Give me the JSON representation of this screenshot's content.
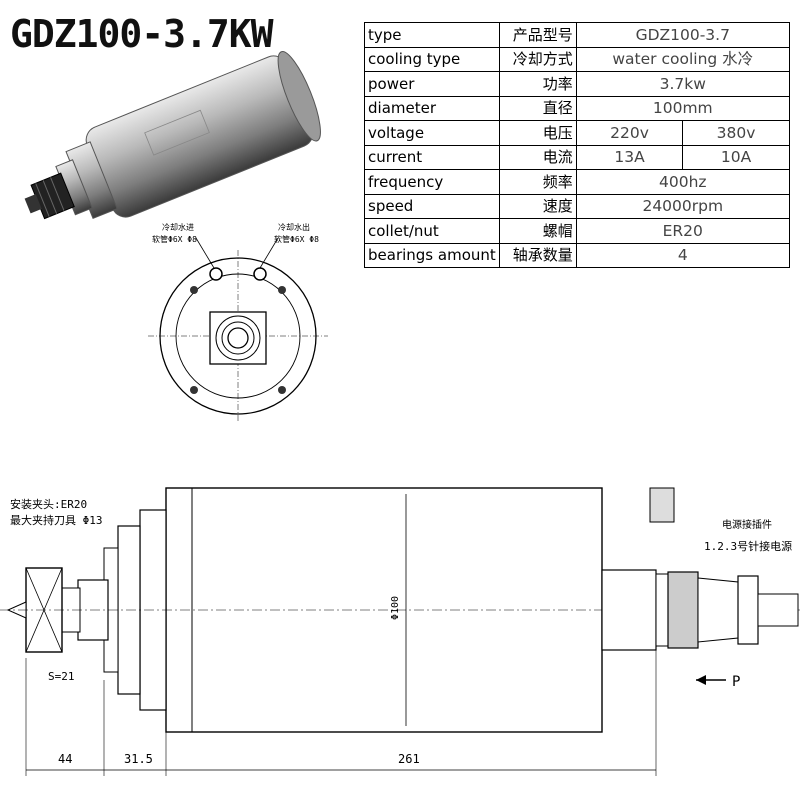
{
  "title": "GDZ100-3.7KW",
  "specs": [
    {
      "en": "type",
      "cn": "产品型号",
      "value": "GDZ100-3.7"
    },
    {
      "en": "cooling type",
      "cn": "冷却方式",
      "value": "water cooling 水冷"
    },
    {
      "en": "power",
      "cn": "功率",
      "value": "3.7kw"
    },
    {
      "en": "diameter",
      "cn": "直径",
      "value": "100mm"
    },
    {
      "en": "voltage",
      "cn": "电压",
      "values": [
        "220v",
        "380v"
      ]
    },
    {
      "en": "current",
      "cn": "电流",
      "values": [
        "13A",
        "10A"
      ]
    },
    {
      "en": "frequency",
      "cn": "频率",
      "value": "400hz"
    },
    {
      "en": "speed",
      "cn": "速度",
      "value": "24000rpm"
    },
    {
      "en": "collet/nut",
      "cn": "螺帽",
      "value": "ER20"
    },
    {
      "en": "bearings amount",
      "cn": "轴承数量",
      "value": "4"
    }
  ],
  "front_view": {
    "inlet_label_1": "冷却水进",
    "inlet_label_2": "软管Φ6X Φ8",
    "outlet_label_1": "冷却水出",
    "outlet_label_2": "软管Φ6X Φ8"
  },
  "side_view": {
    "collet_label": "安装夹头:ER20",
    "max_tool_label": "最大夹持刀具 Φ13",
    "wrench_label": "S=21",
    "connector_label_1": "电源接插件",
    "connector_label_2": "1.2.3号针接电源",
    "diameter_label": "Φ100",
    "arrow_label": "P",
    "dim_1": "44",
    "dim_2": "31.5",
    "dim_3": "261"
  }
}
